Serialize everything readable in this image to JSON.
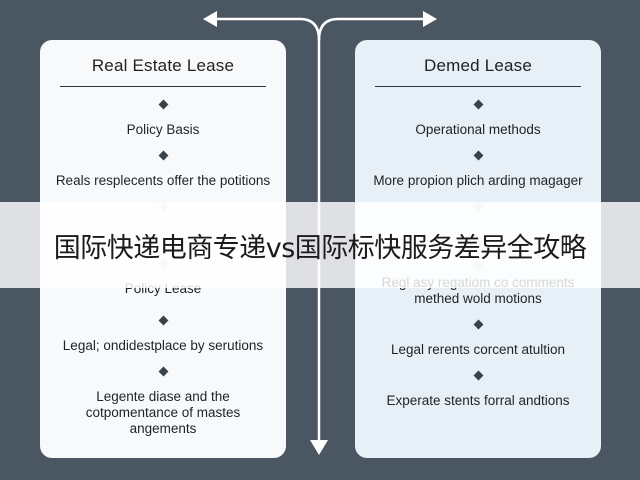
{
  "left_panel": {
    "title": "Real Estate Lease",
    "steps": [
      "Policy Basis",
      "Reals resplecents offer the potitions",
      "Policy Lease",
      "Legal; ondidestplace by serutions",
      "Legente diase and the cotpomentance of mastes angements"
    ]
  },
  "right_panel": {
    "title": "Demed Lease",
    "steps": [
      "Operational methods",
      "More propion plich arding magager",
      "Regl asy regatiom co comments methed wold motions",
      "Legal rerents corcent atultion",
      "Experate stents forral andtions"
    ]
  },
  "banner": {
    "text": "国际快递电商专递vs国际标快服务差异全攻略"
  },
  "colors": {
    "background": "#4b5663",
    "left_panel": "#f7f9fb",
    "right_panel": "#e6f0f6",
    "arrow": "#ffffff"
  }
}
